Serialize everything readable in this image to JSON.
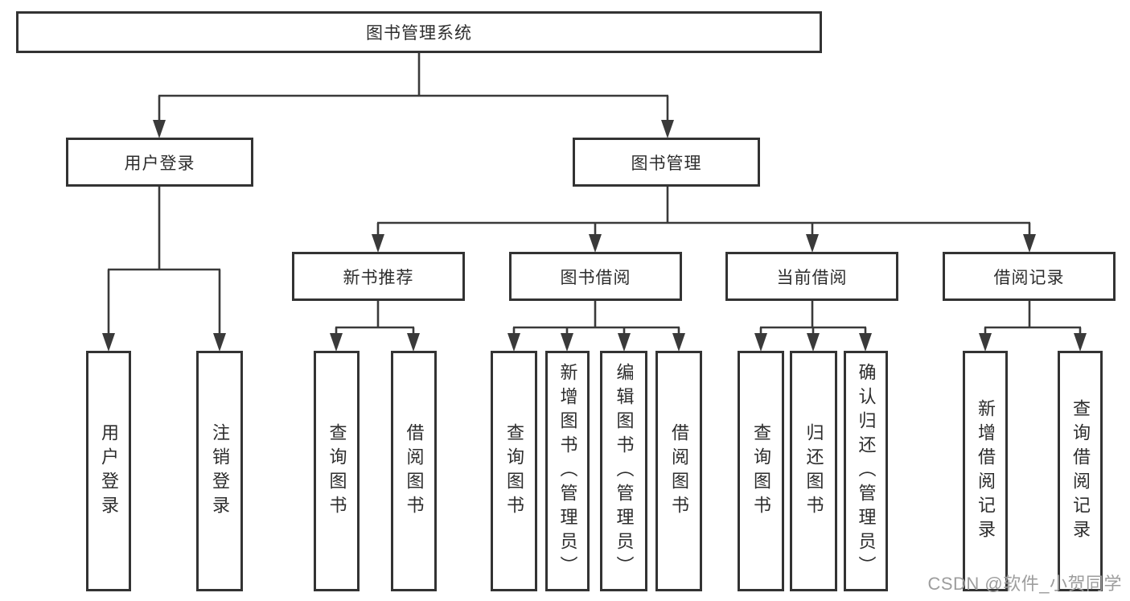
{
  "tree": {
    "label": "图书管理系统",
    "children": [
      {
        "label": "用户登录",
        "children": [
          {
            "label": "用户登录"
          },
          {
            "label": "注销登录"
          }
        ]
      },
      {
        "label": "图书管理",
        "children": [
          {
            "label": "新书推荐",
            "children": [
              {
                "label": "查询图书"
              },
              {
                "label": "借阅图书"
              }
            ]
          },
          {
            "label": "图书借阅",
            "children": [
              {
                "label": "查询图书"
              },
              {
                "label": "新增图书（管理员）"
              },
              {
                "label": "编辑图书（管理员）"
              },
              {
                "label": "借阅图书"
              }
            ]
          },
          {
            "label": "当前借阅",
            "children": [
              {
                "label": "查询图书"
              },
              {
                "label": "归还图书"
              },
              {
                "label": "确认归还（管理员）"
              }
            ]
          },
          {
            "label": "借阅记录",
            "children": [
              {
                "label": "新增借阅记录"
              },
              {
                "label": "查询借阅记录"
              }
            ]
          }
        ]
      }
    ]
  },
  "watermark": {
    "text": "CSDN @软件_小贺同学"
  },
  "colors": {
    "line": "#3a3a3a",
    "border": "#333333",
    "text": "#2d2d2d",
    "watermark": "#9d9d9d",
    "background": "#ffffff"
  }
}
